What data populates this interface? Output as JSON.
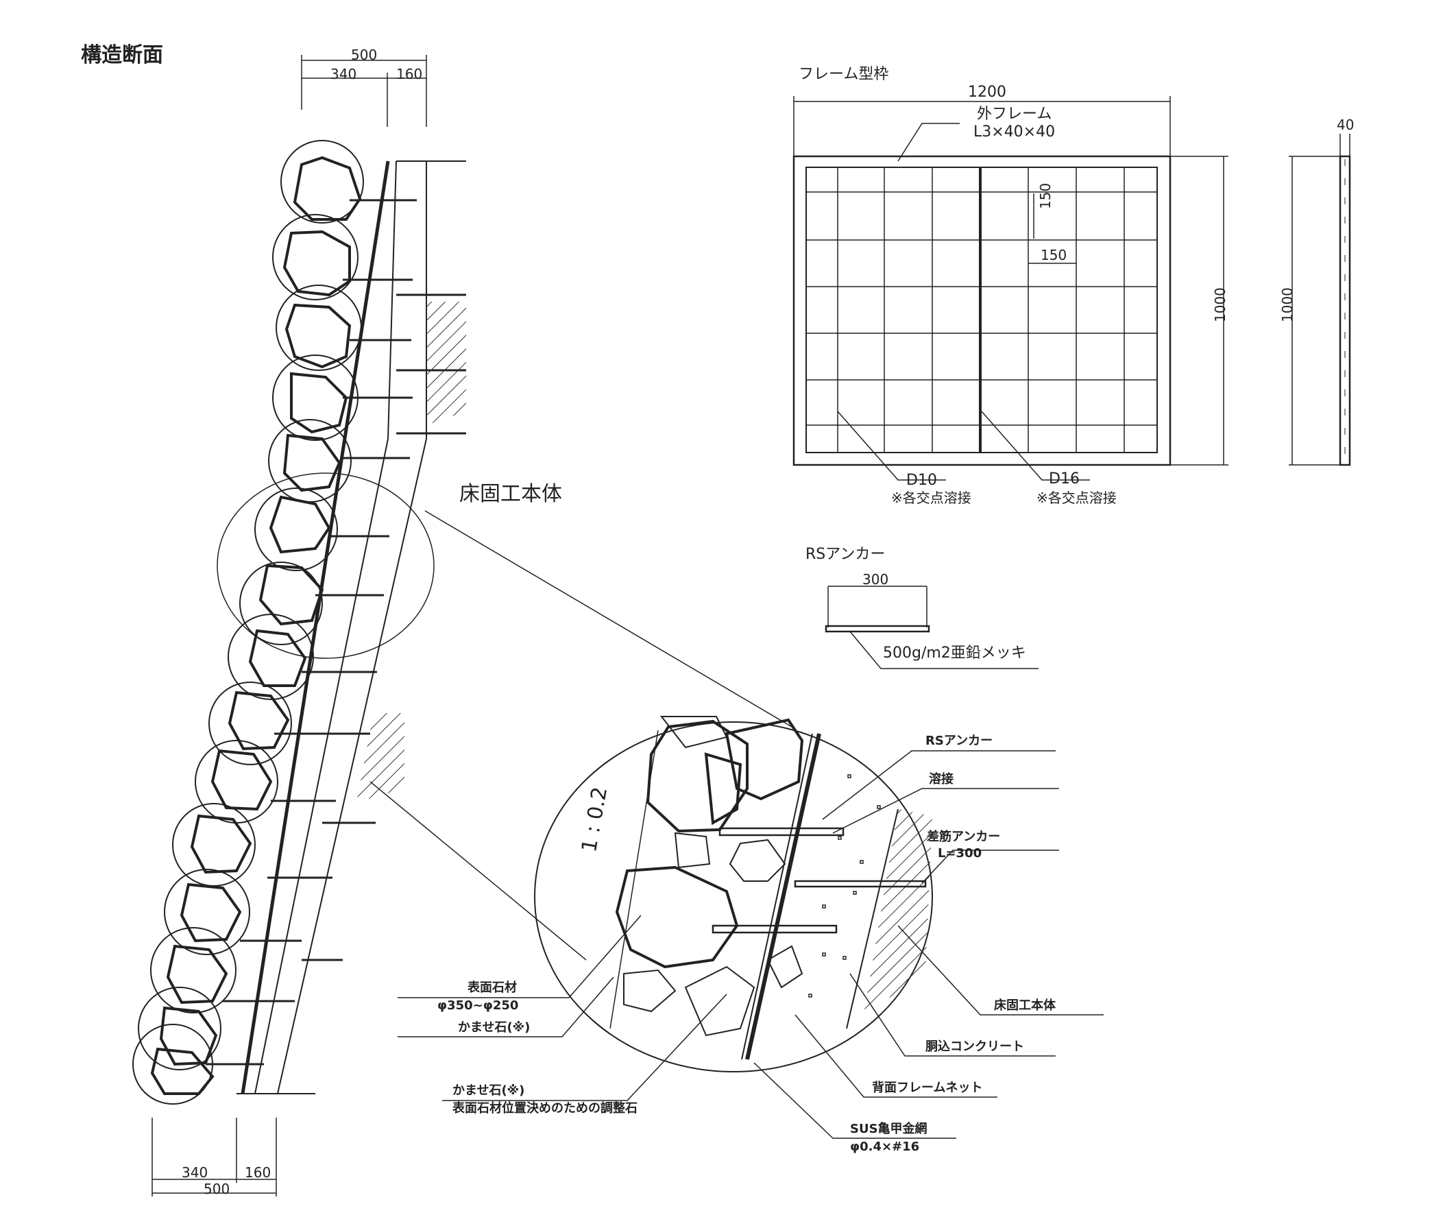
{
  "section": {
    "title": "構造断面",
    "top_dims": {
      "total": "500",
      "left": "340",
      "right": "160"
    },
    "bottom_dims": {
      "total": "500",
      "left": "340",
      "right": "160"
    },
    "body_label": "床固工本体"
  },
  "frame": {
    "title": "フレーム型枠",
    "width": "1200",
    "outer_frame_label": "外フレーム",
    "outer_frame_spec": "L3×40×40",
    "cell_h": "150",
    "cell_w": "150",
    "height_front": "1000",
    "height_side": "1000",
    "thickness": "40",
    "bar1": "D10",
    "bar1_note": "※各交点溶接",
    "bar2": "D16",
    "bar2_note": "※各交点溶接"
  },
  "anchor": {
    "title": "RSアンカー",
    "length": "300",
    "coating": "500g/m2亜鉛メッキ"
  },
  "detail": {
    "slope": "1 : 0.2",
    "labels": {
      "rs_anchor": "RSアンカー",
      "weld": "溶接",
      "rebar_anchor": "差筋アンカー",
      "rebar_anchor_len": "L=300",
      "body": "床固工本体",
      "fill_concrete": "胴込コンクリート",
      "back_frame": "背面フレームネット",
      "mesh": "SUS亀甲金網",
      "mesh_spec": "φ0.4×#16",
      "face_stone": "表面石材",
      "face_stone_size": "φ350~φ250",
      "wedge_stone": "かませ石(※)",
      "wedge_stone2": "かませ石(※)",
      "wedge_note": "表面石材位置決めのための調整石"
    }
  }
}
